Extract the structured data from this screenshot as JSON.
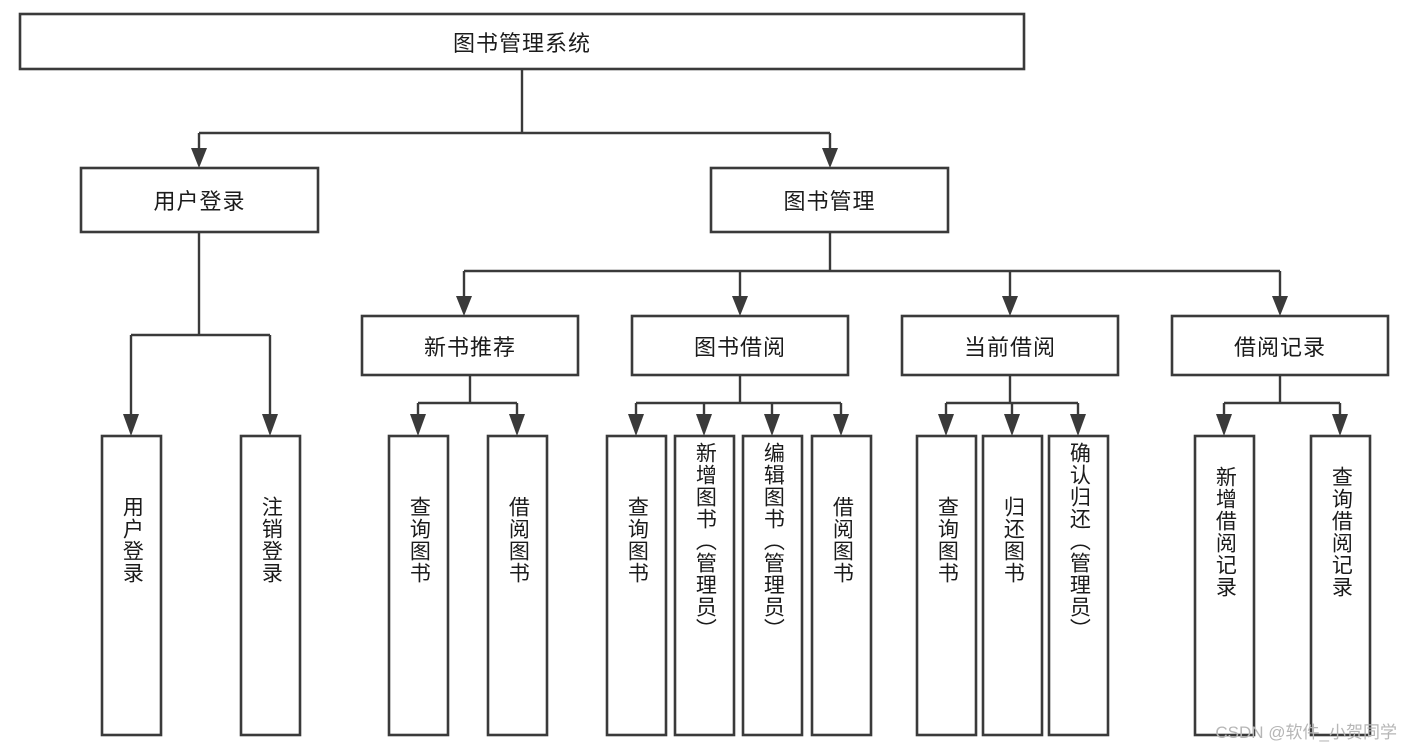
{
  "diagram": {
    "type": "tree-hierarchy-chart",
    "title": "图书管理系统",
    "watermark": "CSDN @软件_小贺同学",
    "colors": {
      "background": "#ffffff",
      "box_stroke": "#3a3a3a",
      "box_fill": "#ffffff",
      "text": "#1b1b1b",
      "connector": "#3a3a3a",
      "watermark": "#b6b6b6"
    },
    "levels": [
      {
        "level": 1,
        "nodes": [
          {
            "id": "root",
            "label": "图书管理系统",
            "orientation": "horizontal"
          }
        ]
      },
      {
        "level": 2,
        "nodes": [
          {
            "id": "user-login",
            "label": "用户登录",
            "orientation": "horizontal",
            "parent": "root"
          },
          {
            "id": "book-manage",
            "label": "图书管理",
            "orientation": "horizontal",
            "parent": "root"
          }
        ]
      },
      {
        "level": 3,
        "nodes": [
          {
            "id": "new-book-recommend",
            "label": "新书推荐",
            "orientation": "horizontal",
            "parent": "book-manage"
          },
          {
            "id": "book-borrow",
            "label": "图书借阅",
            "orientation": "horizontal",
            "parent": "book-manage"
          },
          {
            "id": "current-borrow",
            "label": "当前借阅",
            "orientation": "horizontal",
            "parent": "book-manage"
          },
          {
            "id": "borrow-record",
            "label": "借阅记录",
            "orientation": "horizontal",
            "parent": "book-manage"
          }
        ]
      },
      {
        "level": 4,
        "nodes": [
          {
            "id": "leaf-user-login",
            "label": "用户登录",
            "orientation": "vertical",
            "parent": "user-login"
          },
          {
            "id": "leaf-logout",
            "label": "注销登录",
            "orientation": "vertical",
            "parent": "user-login"
          },
          {
            "id": "leaf-query-book-1",
            "label": "查询图书",
            "orientation": "vertical",
            "parent": "new-book-recommend"
          },
          {
            "id": "leaf-borrow-book-1",
            "label": "借阅图书",
            "orientation": "vertical",
            "parent": "new-book-recommend"
          },
          {
            "id": "leaf-query-book-2",
            "label": "查询图书",
            "orientation": "vertical",
            "parent": "book-borrow"
          },
          {
            "id": "leaf-add-book",
            "label": "新增图书（管理员）",
            "orientation": "vertical",
            "parent": "book-borrow"
          },
          {
            "id": "leaf-edit-book",
            "label": "编辑图书（管理员）",
            "orientation": "vertical",
            "parent": "book-borrow"
          },
          {
            "id": "leaf-borrow-book-2",
            "label": "借阅图书",
            "orientation": "vertical",
            "parent": "book-borrow"
          },
          {
            "id": "leaf-query-book-3",
            "label": "查询图书",
            "orientation": "vertical",
            "parent": "current-borrow"
          },
          {
            "id": "leaf-return-book",
            "label": "归还图书",
            "orientation": "vertical",
            "parent": "current-borrow"
          },
          {
            "id": "leaf-confirm-return",
            "label": "确认归还（管理员）",
            "orientation": "vertical",
            "parent": "current-borrow"
          },
          {
            "id": "leaf-add-record",
            "label": "新增借阅记录",
            "orientation": "vertical",
            "parent": "borrow-record"
          },
          {
            "id": "leaf-query-record",
            "label": "查询借阅记录",
            "orientation": "vertical",
            "parent": "borrow-record"
          }
        ]
      }
    ]
  }
}
